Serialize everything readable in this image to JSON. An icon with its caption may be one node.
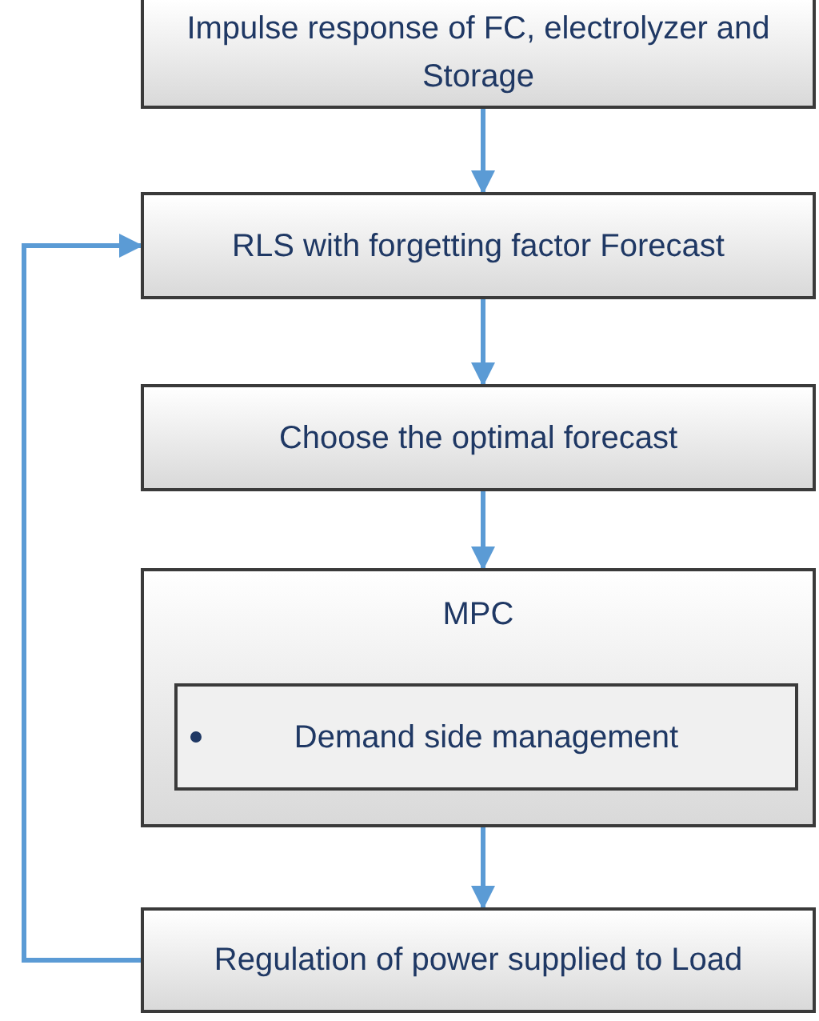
{
  "diagram": {
    "nodes": [
      {
        "text": [
          "Impulse response of FC, electrolyzer and Storage"
        ]
      },
      {
        "text": [
          "RLS with forgetting factor Forecast"
        ]
      },
      {
        "text": [
          "Choose the optimal forecast"
        ]
      },
      {
        "text": [
          "MPC"
        ]
      },
      {
        "text": [
          "Demand side management"
        ],
        "in": 3
      },
      {
        "text": [
          "Regulation of power supplied to Load"
        ]
      }
    ],
    "edges": [
      {
        "from": 0,
        "to": 1,
        "arrow": "to"
      },
      {
        "from": 1,
        "to": 2,
        "arrow": "to"
      },
      {
        "from": 2,
        "to": 3,
        "arrow": "to"
      },
      {
        "from": 3,
        "to": 5,
        "arrow": "to"
      },
      {
        "from": 5,
        "to": 1,
        "arrow": "to"
      }
    ]
  }
}
